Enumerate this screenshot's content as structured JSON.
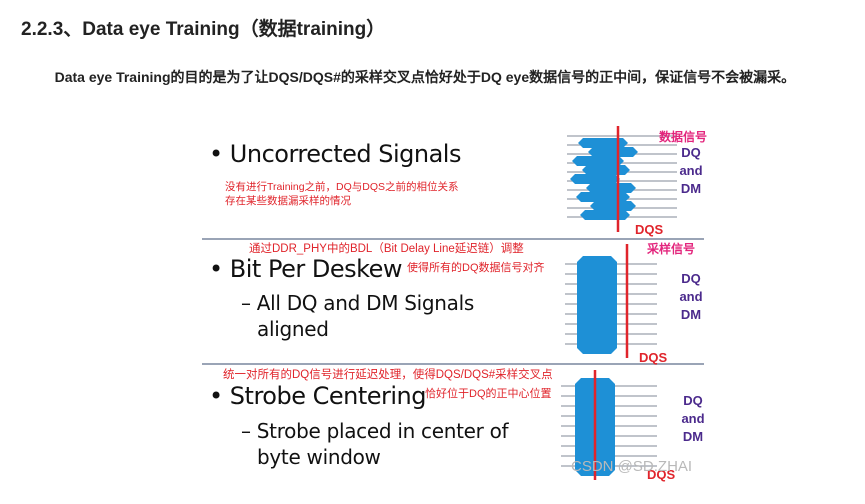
{
  "article": {
    "heading": "2.2.3、Data eye Training（数据training）",
    "paragraph": "Data eye Training的目的是为了让DQS/DQS#的采样交叉点恰好处于DQ eye数据信号的正中间，保证信号不会被漏采。"
  },
  "figure": {
    "panel1": {
      "title": "Uncorrected Signals",
      "note_line1": "没有进行Training之前，DQ与DQS之前的相位关系",
      "note_line2": "存在某些数据漏采样的情况",
      "label_cn": "数据信号",
      "label_dq": "DQ",
      "label_and": "and",
      "label_dm": "DM",
      "label_dqs": "DQS"
    },
    "panel2": {
      "title": "Bit Per Deskew",
      "note_top": "通过DDR_PHY中的BDL（Bit Delay Line延迟链）调整",
      "note_side": "使得所有的DQ数据信号对齐",
      "sub_line1": "– All DQ and DM Signals",
      "sub_line2": "aligned",
      "label_cn": "采样信号",
      "label_dq": "DQ",
      "label_and": "and",
      "label_dm": "DM",
      "label_dqs": "DQS"
    },
    "panel3": {
      "title": "Strobe Centering",
      "note_top": "统一对所有的DQ信号进行延迟处理，使得DQS/DQS#采样交叉点",
      "note_side": "恰好位于DQ的正中心位置",
      "sub_line1": "– Strobe placed in center of",
      "sub_line2": "byte window",
      "label_dq": "DQ",
      "label_and": "and",
      "label_dm": "DM",
      "label_dqs": "DQS"
    },
    "watermark": "CSDN @SD.ZHAI",
    "colors": {
      "signal_fill": "#1e90d6",
      "signal_line": "#9aa0ac",
      "strobe": "#e0242b",
      "note_red": "#e0242b",
      "label_pink": "#e3267d",
      "label_purple": "#4b2a8c"
    }
  }
}
